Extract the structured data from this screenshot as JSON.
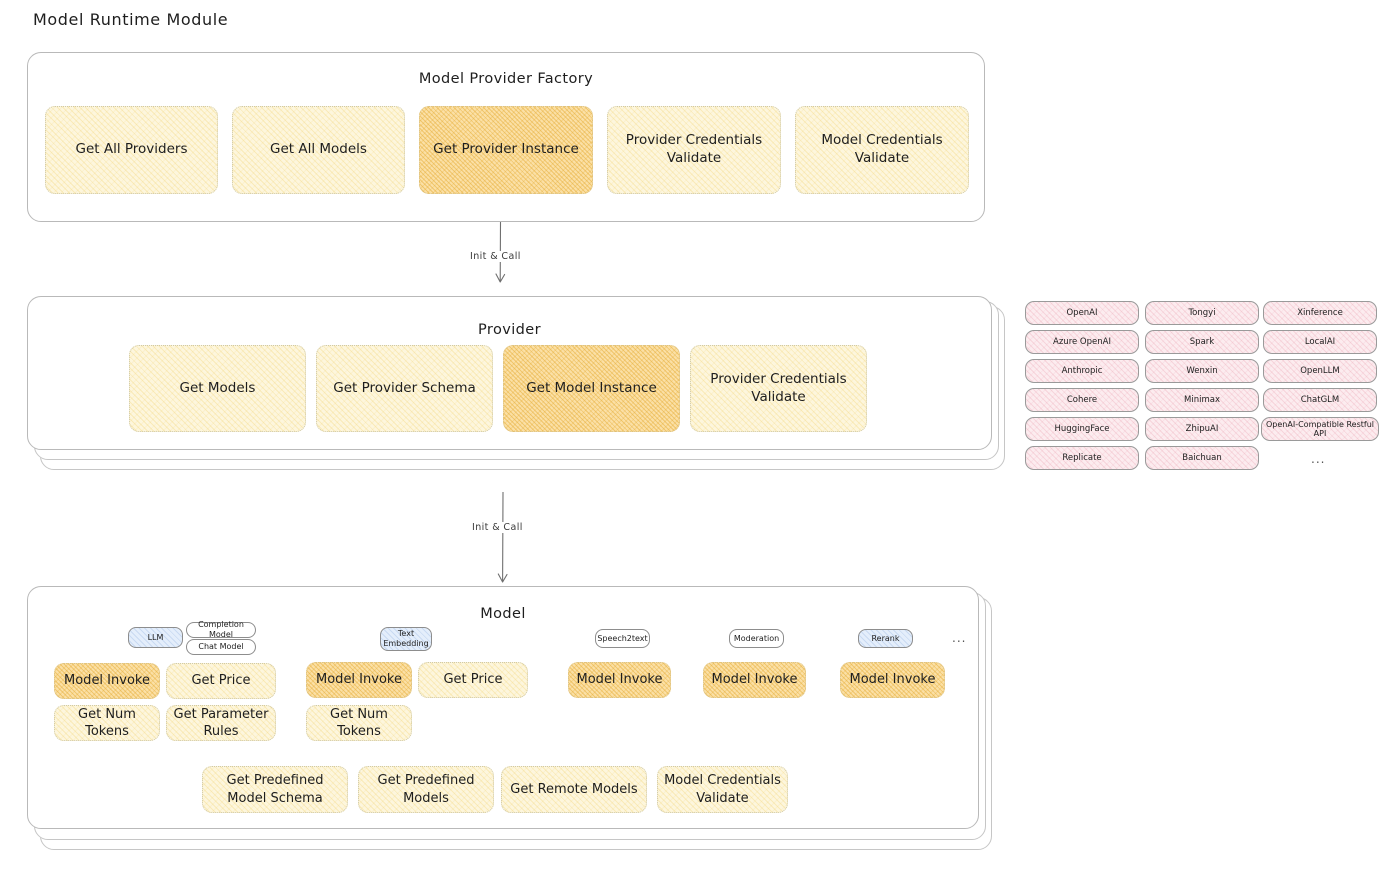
{
  "title": "Model Runtime Module",
  "factory": {
    "title": "Model Provider Factory",
    "nodes": [
      {
        "label": "Get All Providers",
        "highlight": false
      },
      {
        "label": "Get All Models",
        "highlight": false
      },
      {
        "label": "Get Provider Instance",
        "highlight": true
      },
      {
        "label": "Provider Credentials Validate",
        "highlight": false
      },
      {
        "label": "Model Credentials Validate",
        "highlight": false
      }
    ]
  },
  "connectors": [
    {
      "label": "Init & Call"
    },
    {
      "label": "Init & Call"
    }
  ],
  "provider": {
    "title": "Provider",
    "nodes": [
      {
        "label": "Get Models",
        "highlight": false
      },
      {
        "label": "Get Provider Schema",
        "highlight": false
      },
      {
        "label": "Get Model Instance",
        "highlight": true
      },
      {
        "label": "Provider Credentials Validate",
        "highlight": false
      }
    ]
  },
  "provider_list": {
    "columns": [
      [
        "OpenAI",
        "Azure OpenAI",
        "Anthropic",
        "Cohere",
        "HuggingFace",
        "Replicate"
      ],
      [
        "Tongyi",
        "Spark",
        "Wenxin",
        "Minimax",
        "ZhipuAI",
        "Baichuan"
      ],
      [
        "Xinference",
        "LocalAI",
        "OpenLLM",
        "ChatGLM",
        "OpenAI-Compatible Restful API"
      ]
    ],
    "more": "..."
  },
  "model": {
    "title": "Model",
    "more": "...",
    "types": [
      {
        "name": "LLM",
        "style": "blue",
        "subtags": [
          "Completion Model",
          "Chat Model"
        ],
        "ops": [
          {
            "label": "Model Invoke",
            "highlight": true
          },
          {
            "label": "Get Price",
            "highlight": false
          },
          {
            "label": "Get Num Tokens",
            "highlight": false
          },
          {
            "label": "Get Parameter Rules",
            "highlight": false
          }
        ]
      },
      {
        "name": "Text Embedding",
        "style": "blue",
        "subtags": [],
        "ops": [
          {
            "label": "Model Invoke",
            "highlight": true
          },
          {
            "label": "Get Price",
            "highlight": false
          },
          {
            "label": "Get Num Tokens",
            "highlight": false
          }
        ]
      },
      {
        "name": "Speech2text",
        "style": "white",
        "subtags": [],
        "ops": [
          {
            "label": "Model Invoke",
            "highlight": true
          }
        ]
      },
      {
        "name": "Moderation",
        "style": "white",
        "subtags": [],
        "ops": [
          {
            "label": "Model Invoke",
            "highlight": true
          }
        ]
      },
      {
        "name": "Rerank",
        "style": "blue",
        "subtags": [],
        "ops": [
          {
            "label": "Model Invoke",
            "highlight": true
          }
        ]
      }
    ],
    "common_ops": [
      {
        "label": "Get Predefined Model Schema"
      },
      {
        "label": "Get Predefined Models"
      },
      {
        "label": "Get Remote Models"
      },
      {
        "label": "Model Credentials Validate"
      }
    ]
  }
}
